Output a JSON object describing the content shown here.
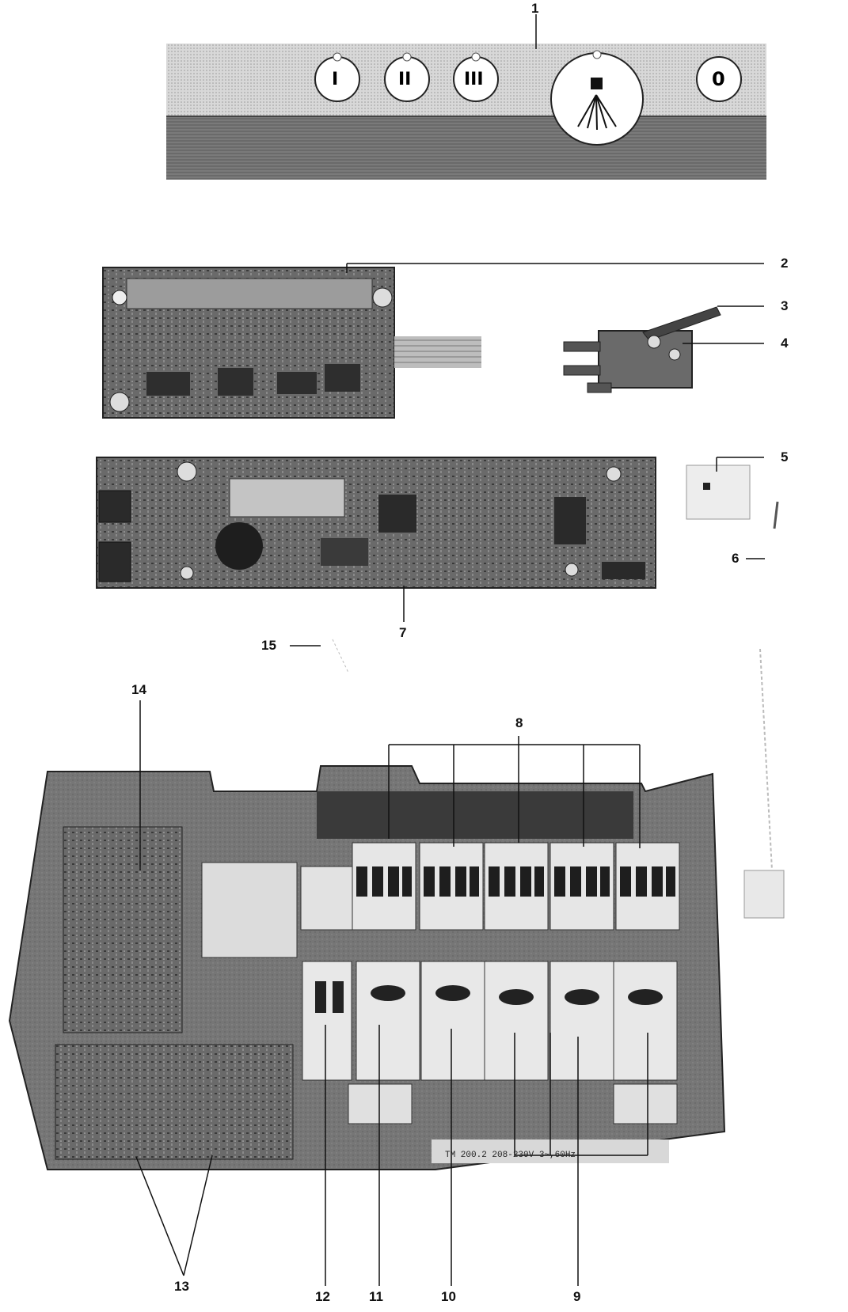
{
  "diagram": {
    "callouts": [
      "1",
      "2",
      "3",
      "4",
      "5",
      "6",
      "7",
      "8",
      "9",
      "10",
      "11",
      "12",
      "13",
      "14",
      "15"
    ],
    "panel_buttons": [
      "I",
      "II",
      "III",
      "0"
    ],
    "board_marking": "TM 200.2  208-230V  3~,60Hz"
  },
  "colors": {
    "ink": "#111111",
    "panel": "#c9c9c9",
    "board": "#5a5a5a",
    "chassis": "#6e6e6e",
    "breaker": "#e6e6e6"
  }
}
